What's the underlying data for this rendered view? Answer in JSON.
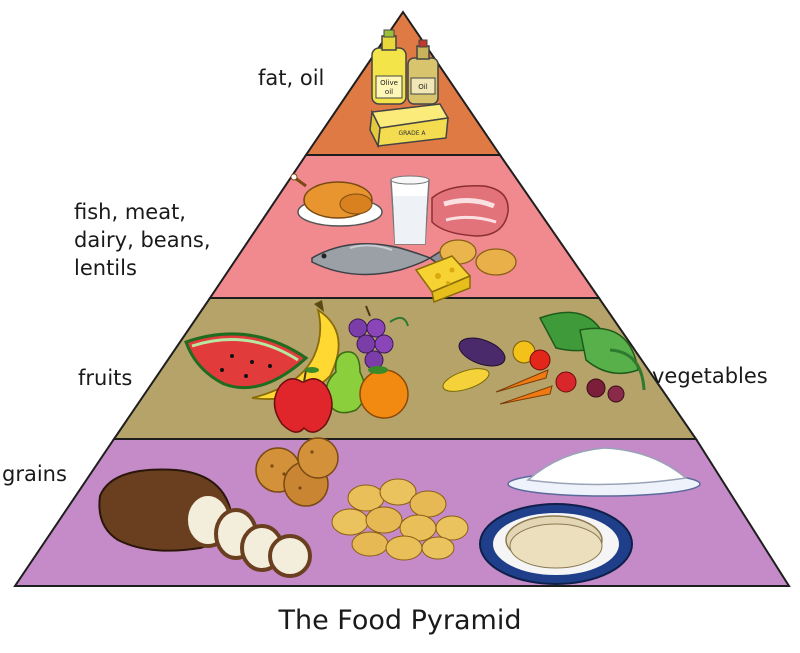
{
  "layers": [
    {
      "id": "fat_oil",
      "lines": [
        "fat, oil"
      ],
      "color": "#e07a45",
      "items": [
        "olive-oil-bottle",
        "oil-bottle",
        "butter-block"
      ],
      "item_labels": {
        "olive_oil": "Olive oil",
        "oil": "Oil",
        "butter": "GRADE A"
      }
    },
    {
      "id": "protein",
      "lines": [
        "fish, meat,",
        "dairy, beans,",
        "lentils"
      ],
      "color": "#f08a8e",
      "items": [
        "roast-chicken",
        "milk-glass",
        "steak",
        "fish",
        "potatoes",
        "cheese"
      ]
    },
    {
      "id": "fruits",
      "lines": [
        "fruits"
      ],
      "color": "#b6a36a",
      "items": [
        "watermelon-slice",
        "banana",
        "grapes",
        "pear",
        "apple",
        "orange"
      ]
    },
    {
      "id": "vegetables",
      "lines": [
        "vegetables"
      ],
      "color": "#b6a36a",
      "items": [
        "corn",
        "eggplant",
        "peppers",
        "carrots",
        "beets",
        "lettuce"
      ]
    },
    {
      "id": "grains",
      "lines": [
        "grains"
      ],
      "color": "#c58bc9",
      "items": [
        "bread-loaf",
        "cookies",
        "potatoes",
        "rice-plate",
        "flatbread-plate"
      ]
    }
  ],
  "caption": "The Food Pyramid",
  "colors": {
    "outline": "#1e1e1e",
    "fat": "#e07a45",
    "protein": "#f08a8e",
    "fruit_veg": "#b6a36a",
    "grains": "#c58bc9",
    "text": "#1a1a1a"
  }
}
